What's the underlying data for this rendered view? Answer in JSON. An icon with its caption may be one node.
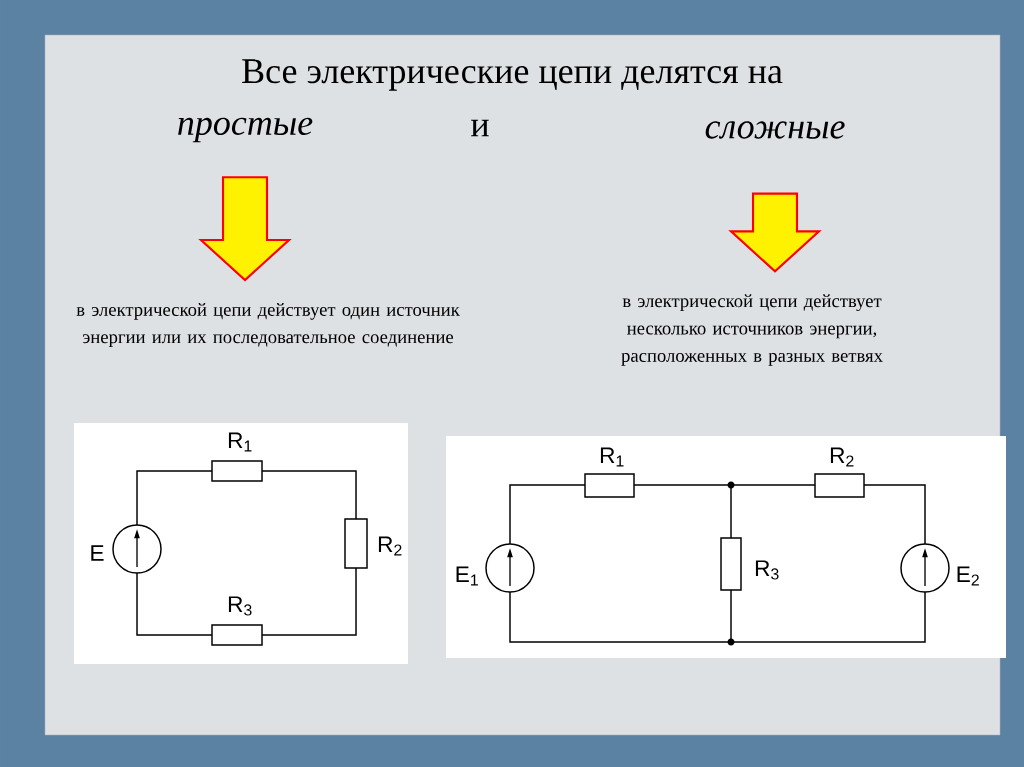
{
  "diagram": {
    "title": "Все электрические цепи делятся на",
    "nodes": [
      {
        "text": [
          "простые"
        ]
      },
      {
        "text": [
          "сложные"
        ]
      },
      {
        "text": [
          "в электрической цепи действует один источник энергии или их последовательное соединение"
        ]
      },
      {
        "text": [
          "в электрической цепи действует несколько источников энергии, расположенных в разных ветвях"
        ]
      }
    ],
    "edges": [
      {
        "from": 0,
        "to": 2,
        "arrow": "to"
      },
      {
        "from": 1,
        "to": 3,
        "arrow": "to"
      }
    ],
    "labels": [
      "и",
      "R$_{1}$",
      "E",
      "R$_{2}$",
      "R$_{3}$",
      "R$_{1}$",
      "R$_{2}$",
      "E$_{1}$",
      "R$_{3}$",
      "E$_{2}$"
    ]
  }
}
